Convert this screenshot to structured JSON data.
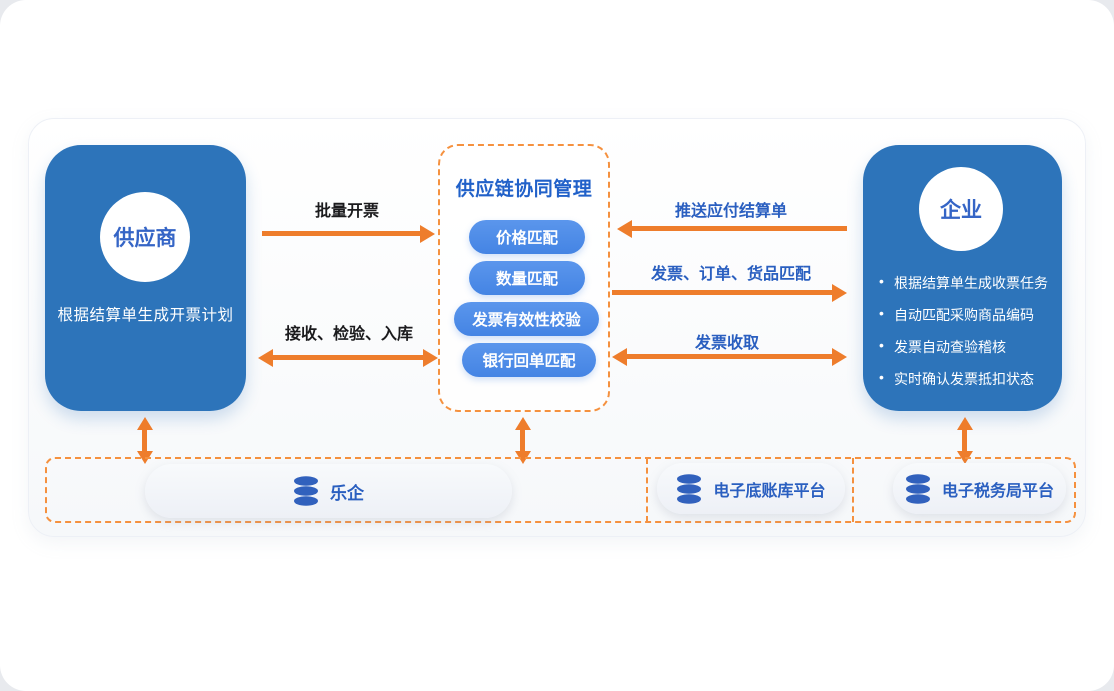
{
  "colors": {
    "box_blue": "#2D74BA",
    "pill_blue": "#4C8CE8",
    "arrow_orange": "#EE7D2C",
    "dashed_orange": "#F5913F",
    "label_blue": "#2A5FC0",
    "title_blue": "#2161C9",
    "dark_label": "#1B1B1D"
  },
  "supplier": {
    "circle_label": "供应商",
    "description": "根据结算单生成开票计划"
  },
  "center": {
    "title": "供应链协同管理",
    "pills": [
      "价格匹配",
      "数量匹配",
      "发票有效性校验",
      "银行回单匹配"
    ]
  },
  "enterprise": {
    "circle_label": "企业",
    "bullets": [
      "根据结算单生成收票任务",
      "自动匹配采购商品编码",
      "发票自动查验稽核",
      "实时确认发票抵扣状态"
    ]
  },
  "flows": {
    "batch_invoicing": "批量开票",
    "receive_inspect_warehouse": "接收、检验、入库",
    "push_payable_settlement": "推送应付结算单",
    "invoice_order_goods_match": "发票、订单、货品匹配",
    "invoice_collection": "发票收取"
  },
  "platforms": [
    {
      "label": "乐企",
      "icon": "database-icon"
    },
    {
      "label": "电子底账库平台",
      "icon": "database-icon"
    },
    {
      "label": "电子税务局平台",
      "icon": "database-icon"
    }
  ]
}
